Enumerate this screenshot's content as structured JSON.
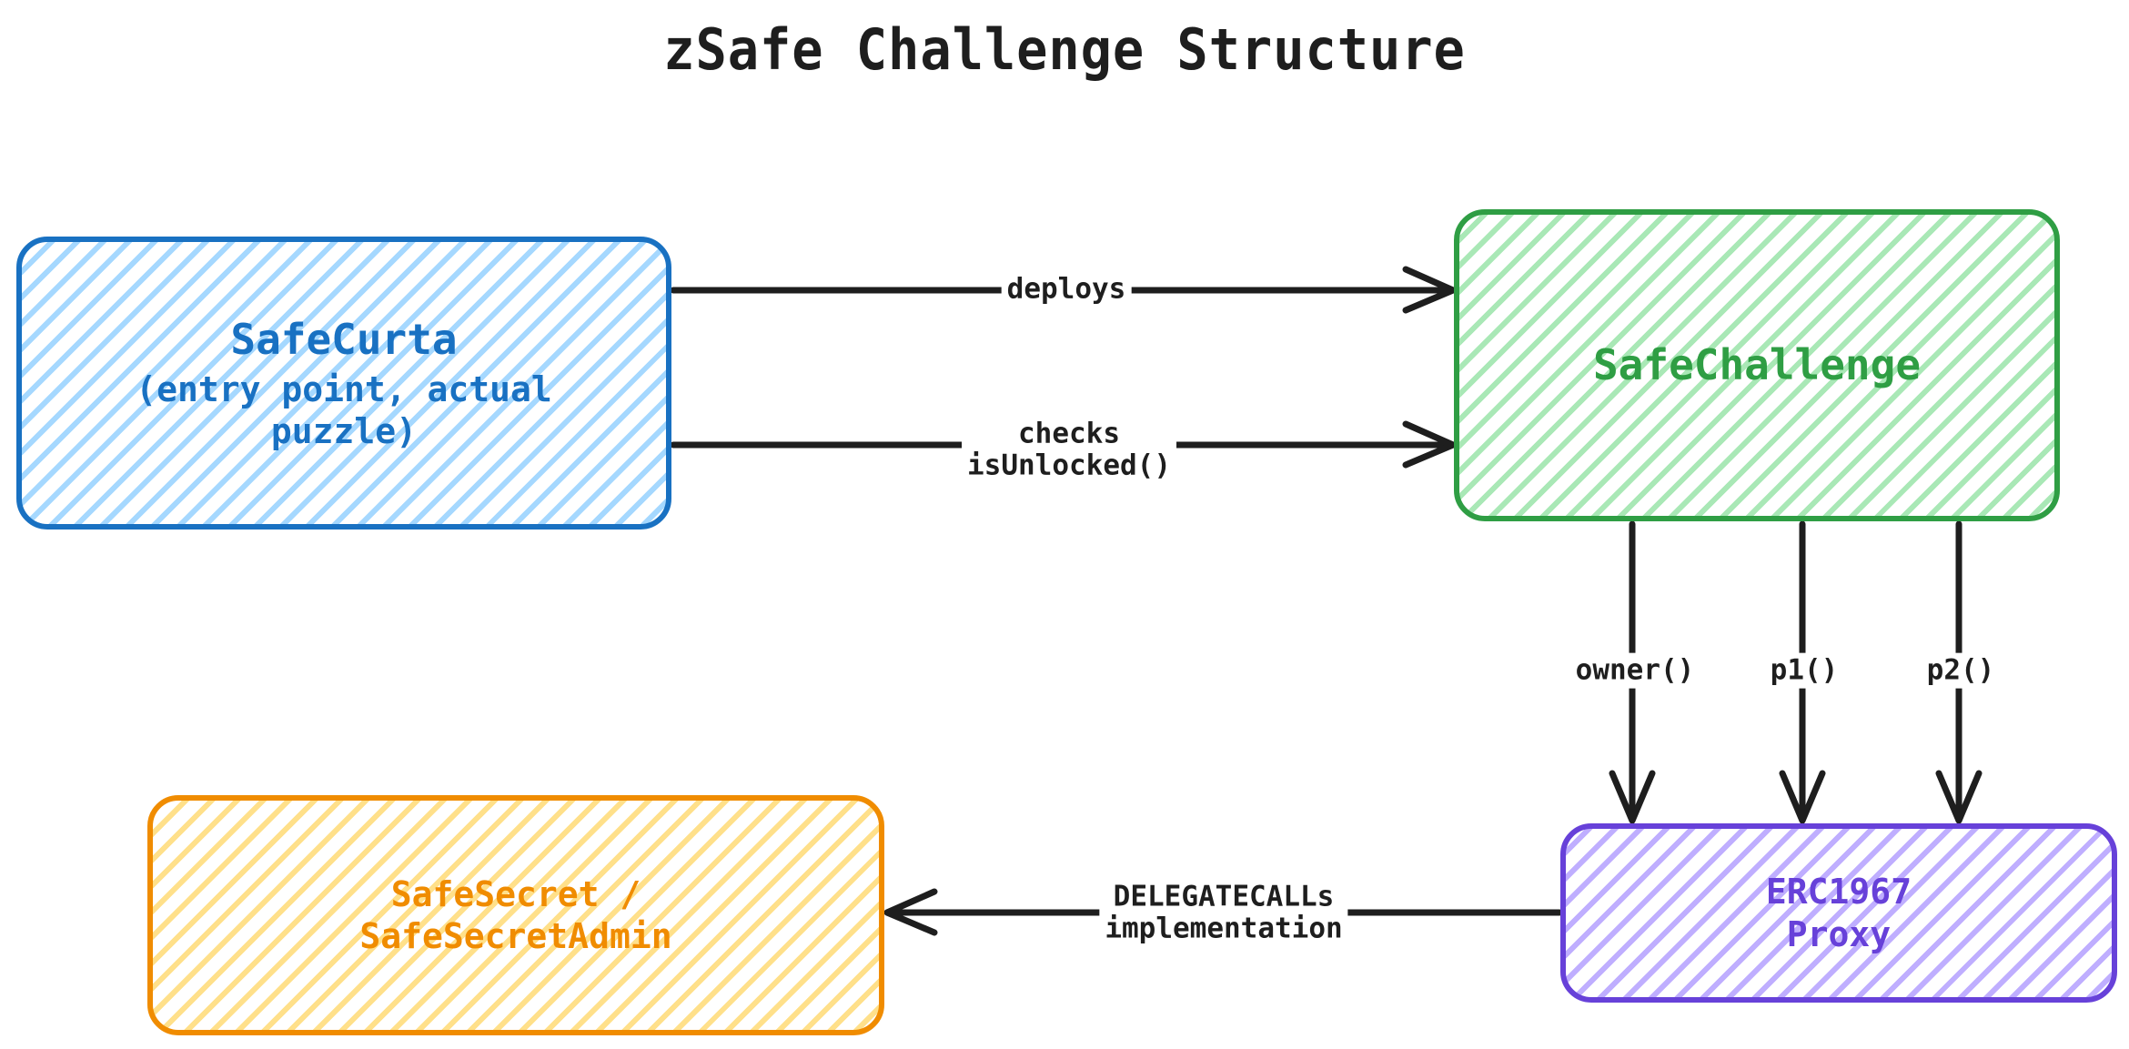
{
  "title": "zSafe Challenge Structure",
  "colors": {
    "background": "#ffffff",
    "text": "#1e1e1e",
    "blue_stroke": "#1971c2",
    "blue_fill": "#a5d8ff",
    "green_stroke": "#2f9e44",
    "green_fill": "#a9e8b6",
    "purple_stroke": "#6741d9",
    "purple_fill": "#bfaeff",
    "orange_stroke": "#f08c00",
    "orange_fill": "#ffe08a"
  },
  "nodes": {
    "safecurta": {
      "title": "SafeCurta",
      "subtitle": "(entry point, actual\npuzzle)",
      "stroke": "#1971c2"
    },
    "safechallenge": {
      "title": "SafeChallenge",
      "subtitle": "",
      "stroke": "#2f9e44"
    },
    "proxy": {
      "title": "ERC1967\nProxy",
      "subtitle": "",
      "stroke": "#6741d9"
    },
    "safesecret": {
      "title": "SafeSecret /\nSafeSecretAdmin",
      "subtitle": "",
      "stroke": "#f08c00"
    }
  },
  "edges": {
    "deploys": {
      "label": "deploys"
    },
    "checks": {
      "label": "checks\nisUnlocked()"
    },
    "owner": {
      "label": "owner()"
    },
    "p1": {
      "label": "p1()"
    },
    "p2": {
      "label": "p2()"
    },
    "delegatecalls": {
      "label": "DELEGATECALLs\nimplementation"
    }
  }
}
